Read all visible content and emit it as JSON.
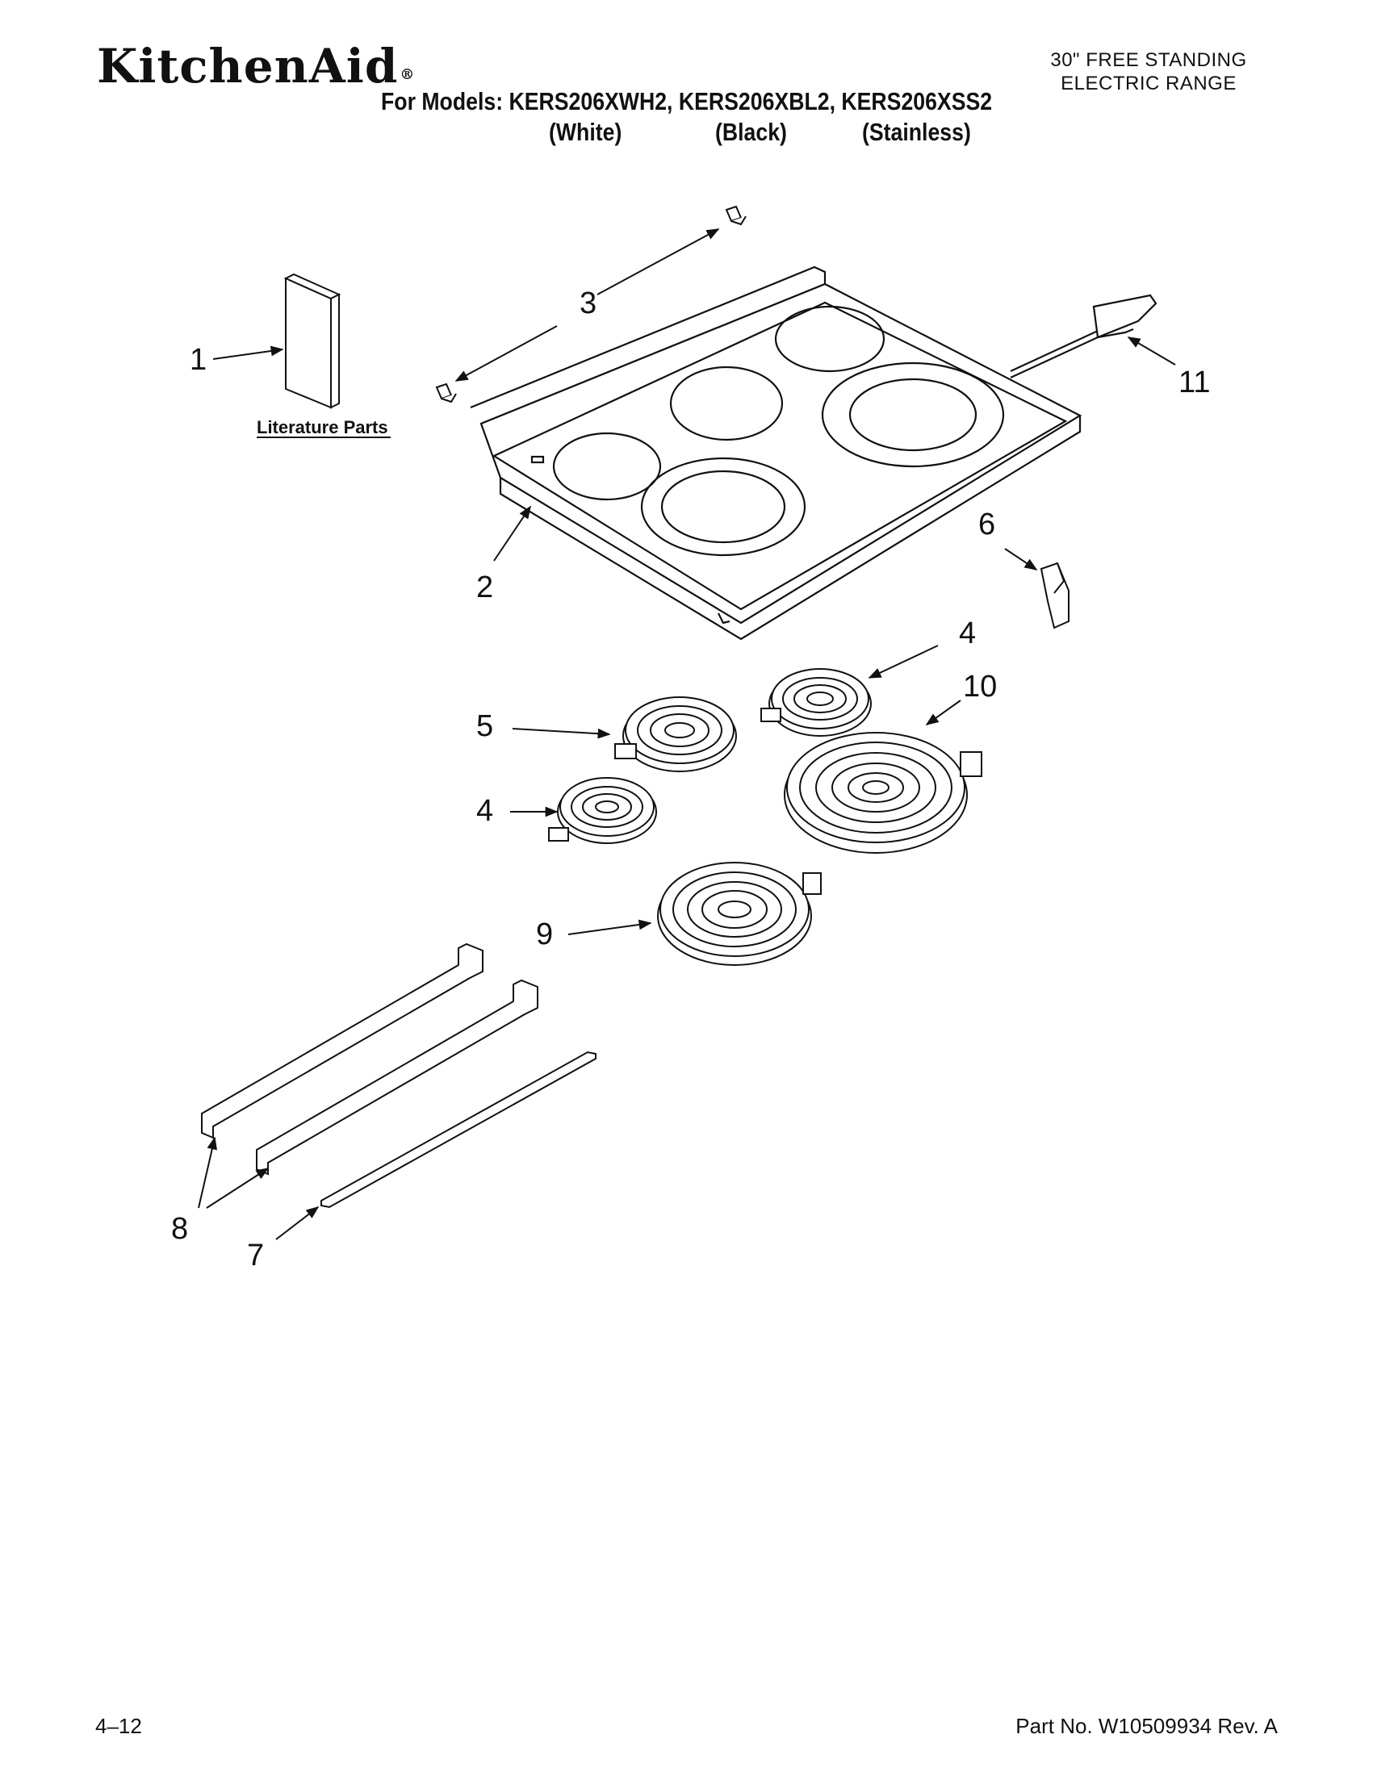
{
  "header": {
    "brand": "KitchenAid",
    "brand_mark": "®",
    "product_line1": "30\" FREE STANDING",
    "product_line2": "ELECTRIC RANGE",
    "models_line": "For Models: KERS206XWH2, KERS206XBL2, KERS206XSS2",
    "finish_white": "(White)",
    "finish_black": "(Black)",
    "finish_stainless": "(Stainless)"
  },
  "diagram": {
    "literature_label": "Literature Parts",
    "callouts": {
      "c1": "1",
      "c2": "2",
      "c3": "3",
      "c4a": "4",
      "c4b": "4",
      "c5": "5",
      "c6": "6",
      "c7": "7",
      "c8": "8",
      "c9": "9",
      "c10": "10",
      "c11": "11"
    }
  },
  "footer": {
    "page": "4–12",
    "part_no": "Part No. W10509934 Rev. A"
  }
}
